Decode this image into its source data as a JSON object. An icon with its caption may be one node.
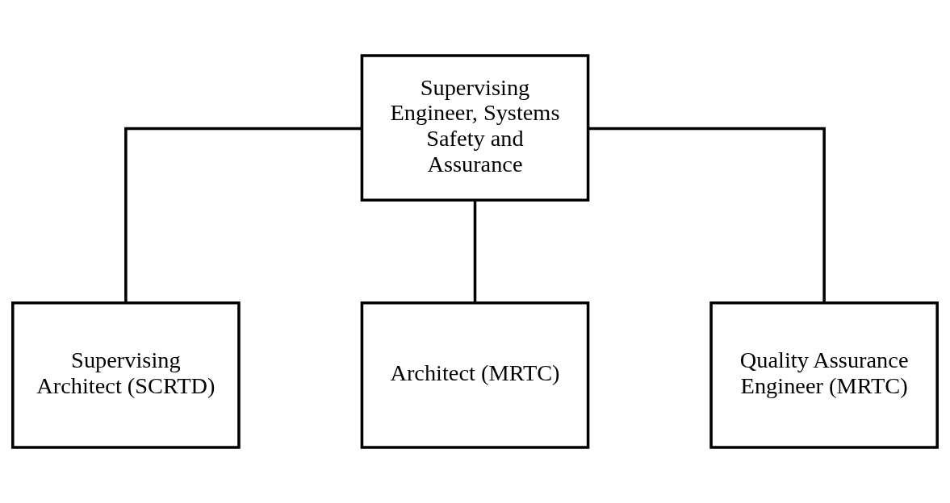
{
  "diagram": {
    "nodes": [
      {
        "text": [
          "Supervising Engineer, Systems Safety and Assurance"
        ]
      },
      {
        "text": [
          "Supervising Architect (SCRTD)"
        ]
      },
      {
        "text": [
          "Architect (MRTC)"
        ]
      },
      {
        "text": [
          "Quality Assurance Engineer (MRTC)"
        ]
      }
    ],
    "edges": [
      {
        "from": 0,
        "to": 1,
        "arrow": "none"
      },
      {
        "from": 0,
        "to": 2,
        "arrow": "none"
      },
      {
        "from": 0,
        "to": 3,
        "arrow": "none"
      }
    ]
  }
}
